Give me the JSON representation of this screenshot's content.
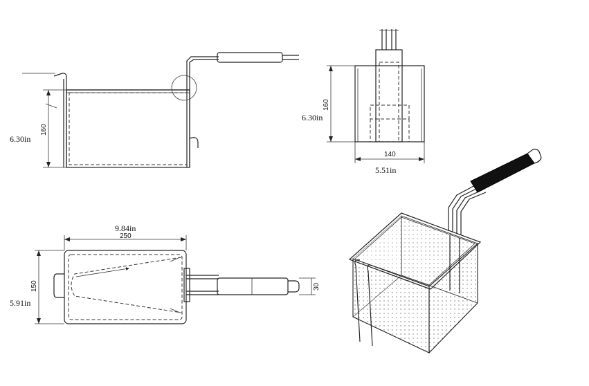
{
  "side_view": {
    "height_in": "6.30in",
    "height_mm": "160"
  },
  "end_view": {
    "height_in": "6.30in",
    "height_mm": "160",
    "width_mm": "140",
    "width_in": "5.51in"
  },
  "top_view": {
    "length_in": "9.84in",
    "length_mm": "250",
    "width_mm": "150",
    "width_in": "5.91in",
    "handle_mm": "30"
  },
  "colors": {
    "line": "#222222",
    "handle_fill": "#111111",
    "mesh": "#999999"
  }
}
